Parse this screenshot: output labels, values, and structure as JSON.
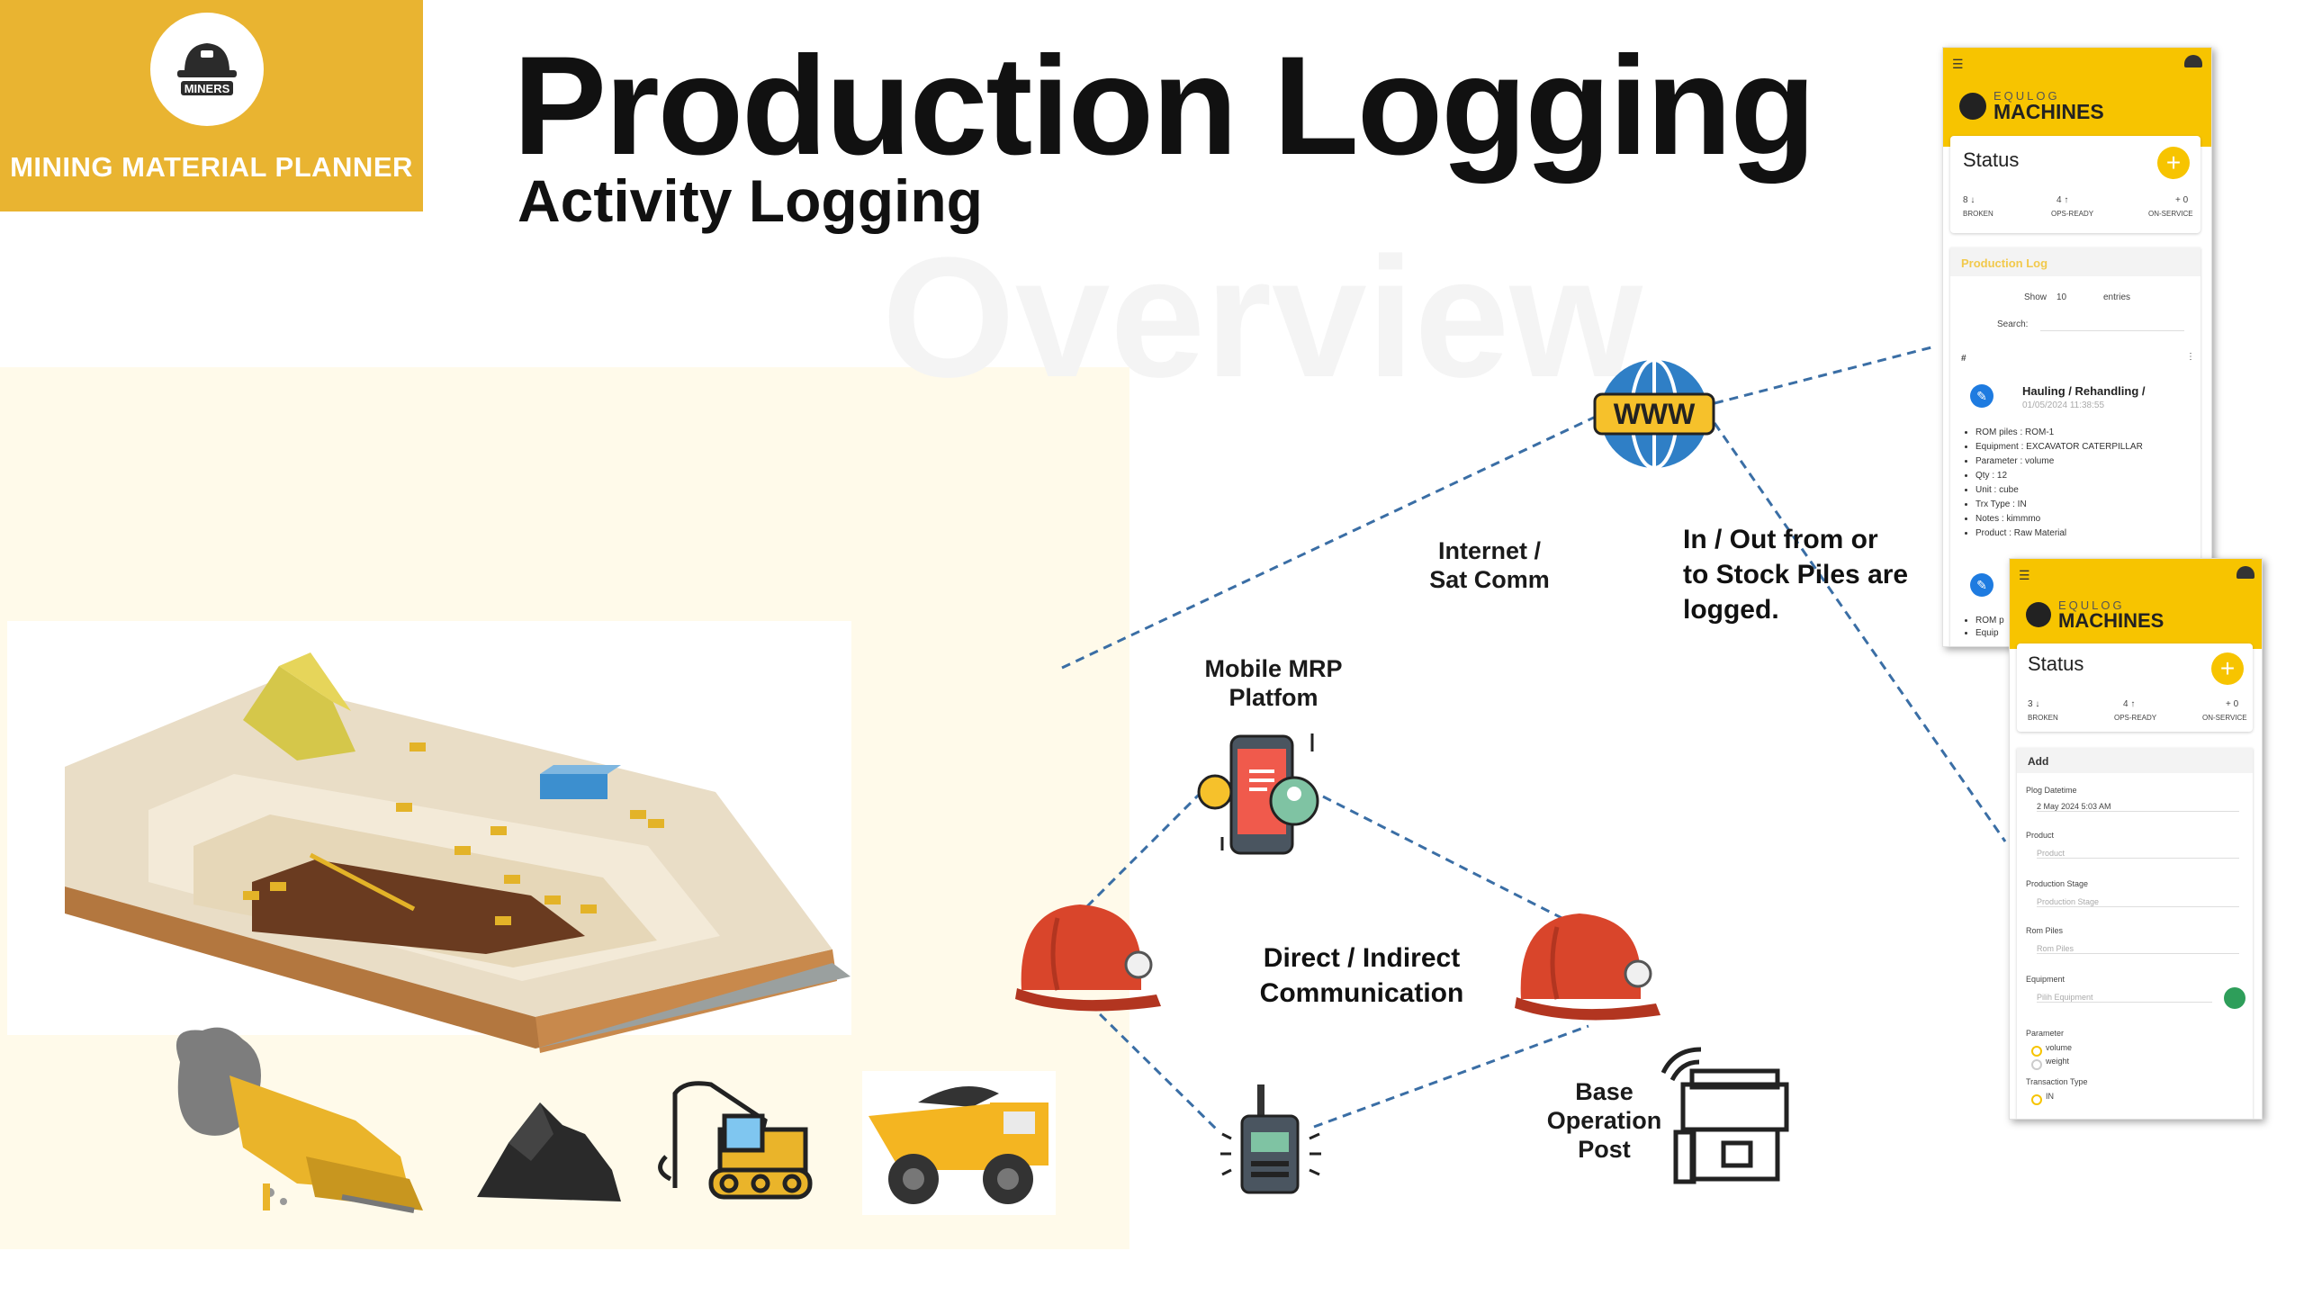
{
  "logo": {
    "badge_text": "MINERS",
    "title": "MINING MATERIAL PLANNER"
  },
  "header": {
    "title": "Production Logging",
    "subtitle": "Activity Logging",
    "watermark": "Overview"
  },
  "diagram": {
    "internet_label": "Internet /\nSat Comm",
    "mobile_label": "Mobile MRP\nPlatfom",
    "stock_label": "In / Out from or\nto Stock Piles are\nlogged.",
    "direct_label": "Direct / Indirect\nCommunication",
    "base_label": "Base\nOperation\nPost",
    "www_text": "WWW"
  },
  "phone1": {
    "brand_small": "EQULOG",
    "brand": "MACHINES",
    "status_title": "Status",
    "counts": [
      {
        "value": "8 ↓",
        "label": "BROKEN"
      },
      {
        "value": "4 ↑",
        "label": "OPS-READY"
      },
      {
        "value": "+ 0",
        "label": "ON-SERVICE"
      }
    ],
    "section_title": "Production Log",
    "show_label": "Show",
    "show_value": "10",
    "entries_label": "entries",
    "search_label": "Search:",
    "column_hash": "#",
    "entry_title": "Hauling / Rehandling /",
    "entry_date": "01/05/2024 11:38:55",
    "entry_items": [
      "ROM piles : ROM-1",
      "Equipment : EXCAVATOR CATERPILLAR",
      "Parameter : volume",
      "Qty : 12",
      "Unit : cube",
      "Trx Type : IN",
      "Notes : kimmmo",
      "Product : Raw Material"
    ],
    "entry2_items": [
      "ROM p",
      "Equip"
    ]
  },
  "phone2": {
    "brand_small": "EQULOG",
    "brand": "MACHINES",
    "status_title": "Status",
    "counts": [
      {
        "value": "3 ↓",
        "label": "BROKEN"
      },
      {
        "value": "4 ↑",
        "label": "OPS-READY"
      },
      {
        "value": "+ 0",
        "label": "ON-SERVICE"
      }
    ],
    "add_title": "Add",
    "plog_label": "Plog Datetime",
    "plog_value": "2 May 2024 5:03 AM",
    "product_label": "Product",
    "product_placeholder": "Product",
    "stage_label": "Production Stage",
    "stage_placeholder": "Production Stage",
    "rom_label": "Rom Piles",
    "rom_placeholder": "Rom Piles",
    "equipment_label": "Equipment",
    "equipment_placeholder": "Pilih Equipment",
    "parameter_label": "Parameter",
    "param_options": [
      "volume",
      "weight"
    ],
    "trx_label": "Transaction Type",
    "trx_options": [
      "IN"
    ]
  },
  "colors": {
    "gold": "#e9b431",
    "yellow": "#f7c400",
    "helmet": "#d9452b",
    "link": "#3a6ea5",
    "cream": "#fffaea"
  }
}
